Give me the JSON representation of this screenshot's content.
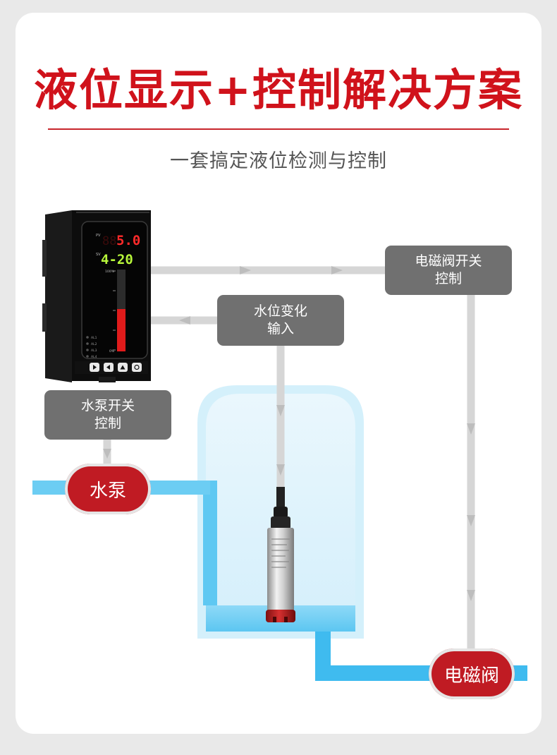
{
  "title": "液位显示+控制解决方案",
  "subtitle": "一套搞定液位检测与控制",
  "display": {
    "pv_label": "PV",
    "pv_ghost": "88",
    "pv_value": "5.0",
    "sv_label": "SV",
    "sv_value": "4-20",
    "bar_top_label": "100%",
    "bar_bottom_label": "0%",
    "bar_level": 0.52,
    "alarms": [
      "AL1",
      "AL2",
      "AL3",
      "AL4"
    ]
  },
  "labels": {
    "valve_control": [
      "电磁阀开关",
      "控制"
    ],
    "level_input": [
      "水位变化",
      "输入"
    ],
    "pump_control": [
      "水泵开关",
      "控制"
    ],
    "pump": "水泵",
    "valve": "电磁阀"
  },
  "colors": {
    "title_red": "#d0121b",
    "pill_red": "#c01b23",
    "box_gray": "#707070",
    "pipe_blue": "#44bdf0",
    "water_blue": "#7fd3f5",
    "bar_red": "#e01b1b",
    "pv_red": "#ff2a2a",
    "sv_green": "#b6f53a"
  }
}
